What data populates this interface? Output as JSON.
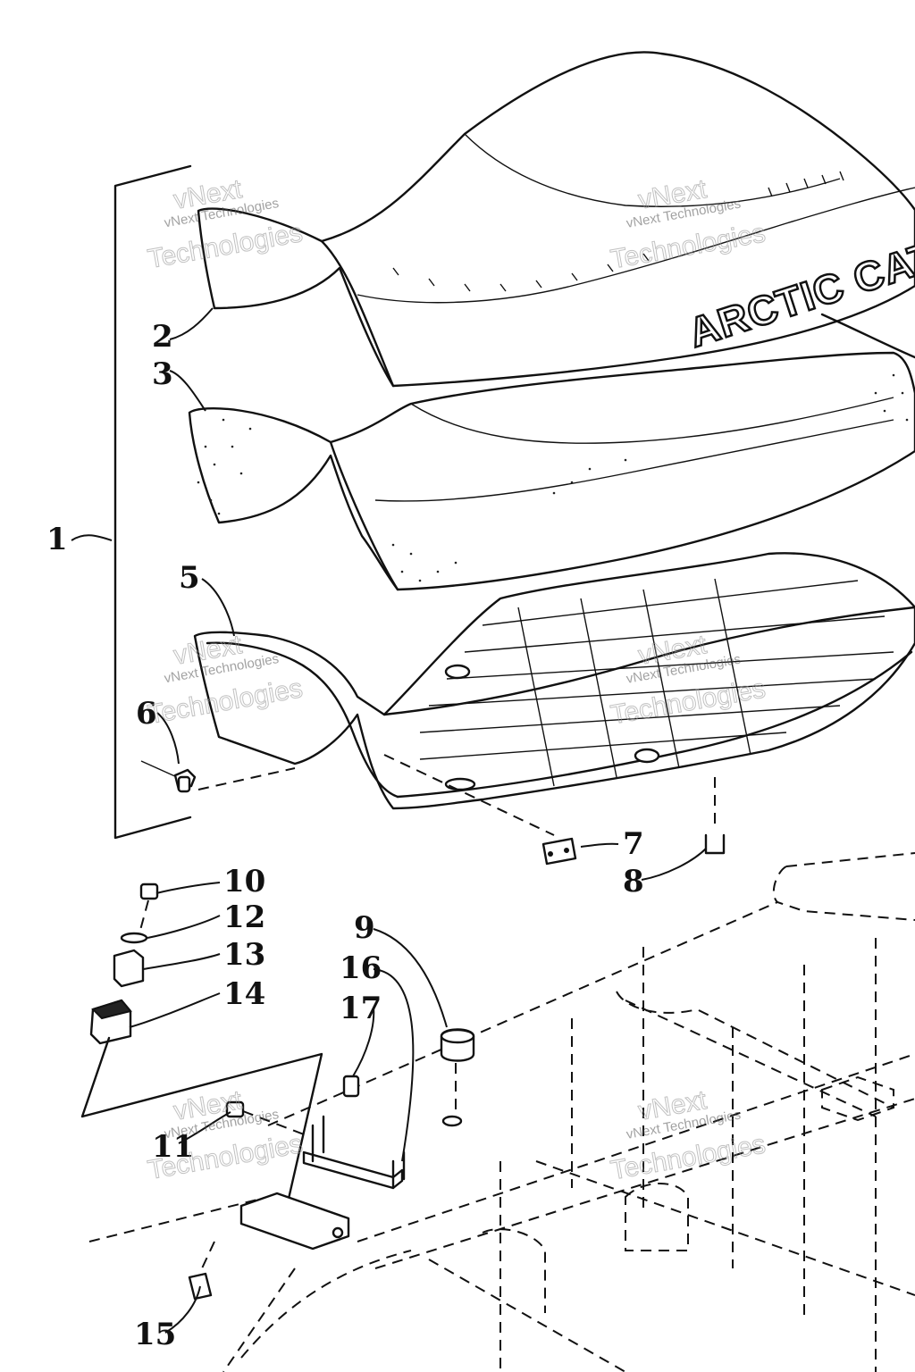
{
  "brand_text": "ARCTIC CAT",
  "watermark": {
    "line1": "vNext",
    "line2": "vNext Technologies",
    "line3": "Technologies"
  },
  "callouts": {
    "c1": "1",
    "c2": "2",
    "c3": "3",
    "c5": "5",
    "c6": "6",
    "c7": "7",
    "c8": "8",
    "c9": "9",
    "c10": "10",
    "c11": "11",
    "c12": "12",
    "c13": "13",
    "c14": "14",
    "c15": "15",
    "c16": "16",
    "c17": "17"
  }
}
